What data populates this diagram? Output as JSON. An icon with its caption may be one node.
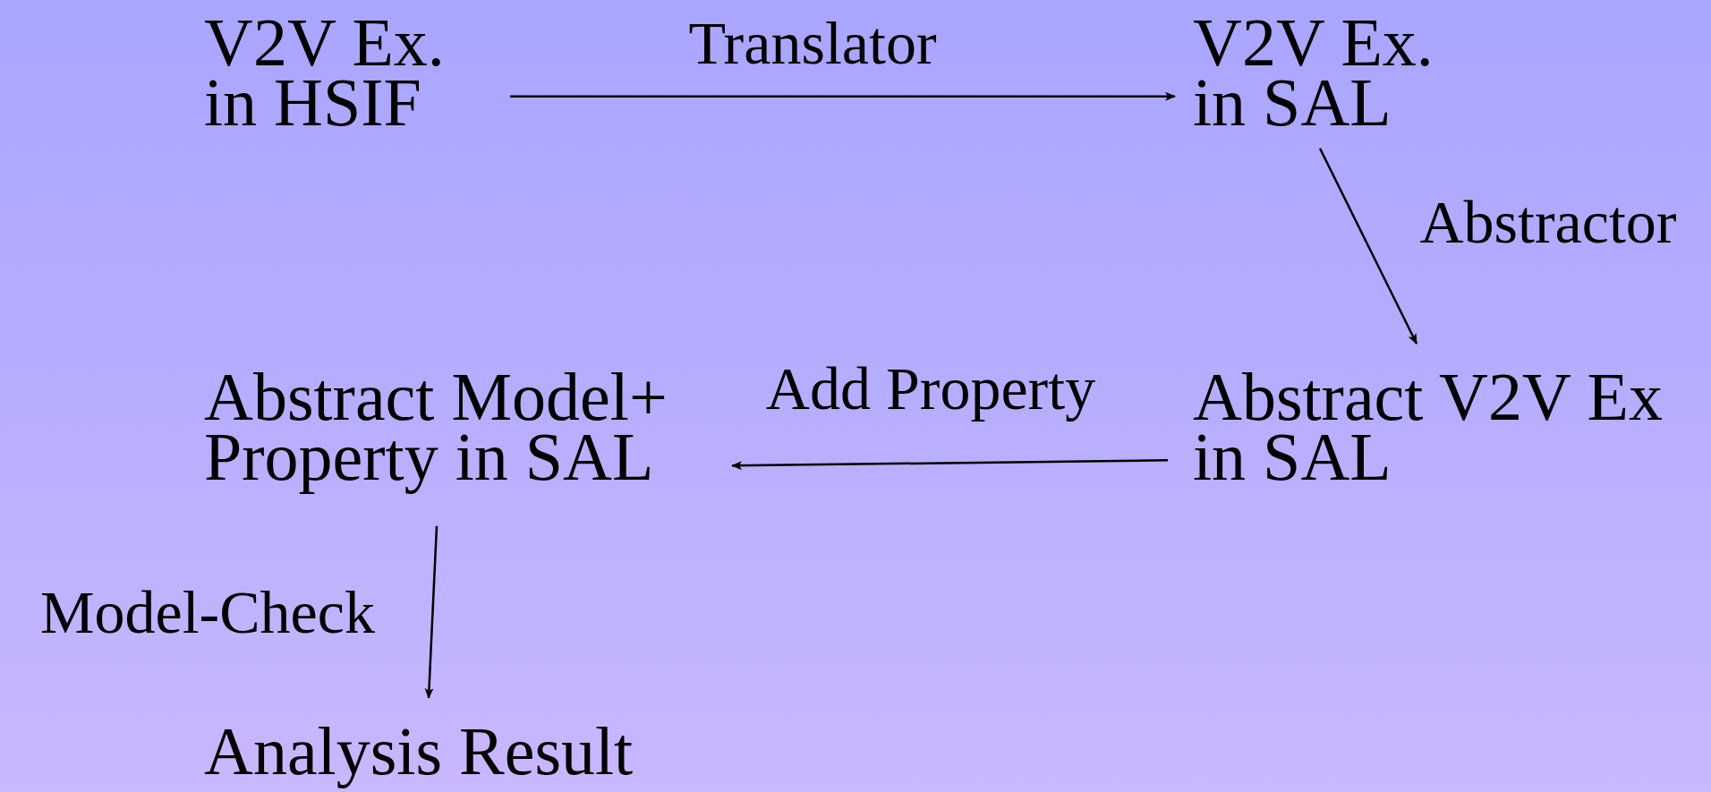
{
  "diagram": {
    "nodes": [
      {
        "text": [
          "V2V Ex. in HSIF"
        ]
      },
      {
        "text": [
          "V2V Ex. in SAL"
        ]
      },
      {
        "text": [
          "Abstract V2V Ex in SAL"
        ]
      },
      {
        "text": [
          "Abstract Model+ Property in SAL"
        ]
      },
      {
        "text": [
          "Analysis Result"
        ]
      }
    ],
    "edges": [
      {
        "from": 0,
        "to": 1,
        "arrow": "to",
        "label": "Translator"
      },
      {
        "from": 1,
        "to": 2,
        "arrow": "to",
        "label": "Abstractor"
      },
      {
        "from": 2,
        "to": 3,
        "arrow": "to",
        "label": "Add Property"
      },
      {
        "from": 3,
        "to": 4,
        "arrow": "to",
        "label": "Model-Check"
      }
    ]
  }
}
